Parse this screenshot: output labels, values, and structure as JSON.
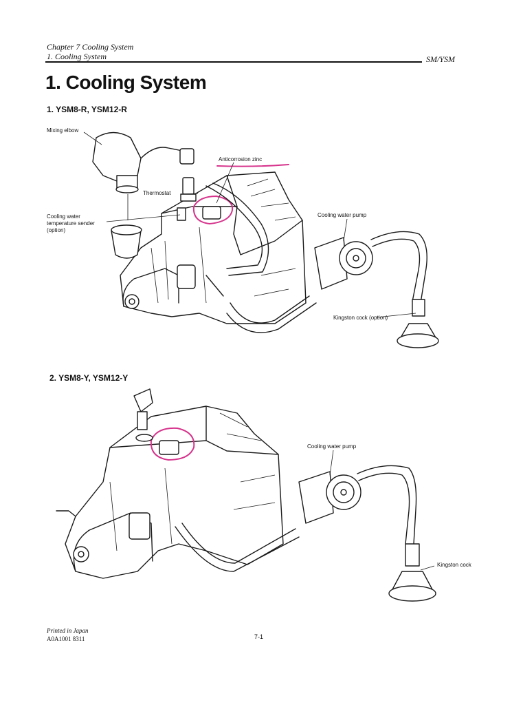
{
  "header": {
    "chapter": "Chapter 7 Cooling System",
    "section": "1. Cooling System",
    "model": "SM/YSM"
  },
  "title": "1. Cooling System",
  "figure1": {
    "heading": "1. YSM8-R, YSM12-R",
    "labels": {
      "mixing_elbow": "Mixing elbow",
      "anticorrosion_zinc": "Anticorrosion zinc",
      "thermostat": "Thermostat",
      "temp_sender": [
        "Cooling water",
        "temperature sender",
        "(option)"
      ],
      "pump": "Cooling water pump",
      "kingston": "Kingston cock (option)"
    }
  },
  "figure2": {
    "heading": "2. YSM8-Y, YSM12-Y",
    "labels": {
      "pump": "Cooling water pump",
      "kingston": "Kingston cock"
    }
  },
  "footer": {
    "printed": "Printed in Japan",
    "code": "A0A1001 8311",
    "page": "7-1"
  },
  "colors": {
    "ink": "#1a1a1a",
    "marker": "#d6338c"
  }
}
